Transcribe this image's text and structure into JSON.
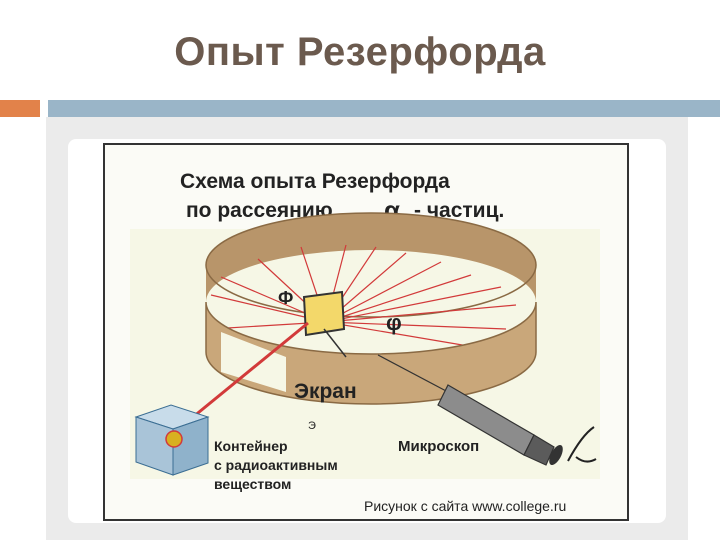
{
  "slide": {
    "title": "Опыт Резерфорда"
  },
  "figure": {
    "heading_line1": "Схема опыта Резерфорда",
    "heading_line2_pre": "по рассеянию",
    "alpha_symbol": "α",
    "heading_line2_post": "- частиц.",
    "foil_label": "Ф",
    "angle_label": "φ",
    "screen_label": "Экран",
    "small_label": "Э",
    "container_label_line1": "Контейнер",
    "container_label_line2": "с радиоактивным",
    "container_label_line3": "веществом",
    "microscope_label": "Микроскоп",
    "source_credit": "Рисунок с сайта www.college.ru",
    "colors": {
      "ring": "#c9a77a",
      "ring_dark": "#a8865a",
      "rays": "#d23a3a",
      "foil": "#f3d86a",
      "container": "#a9c4d8"
    }
  }
}
